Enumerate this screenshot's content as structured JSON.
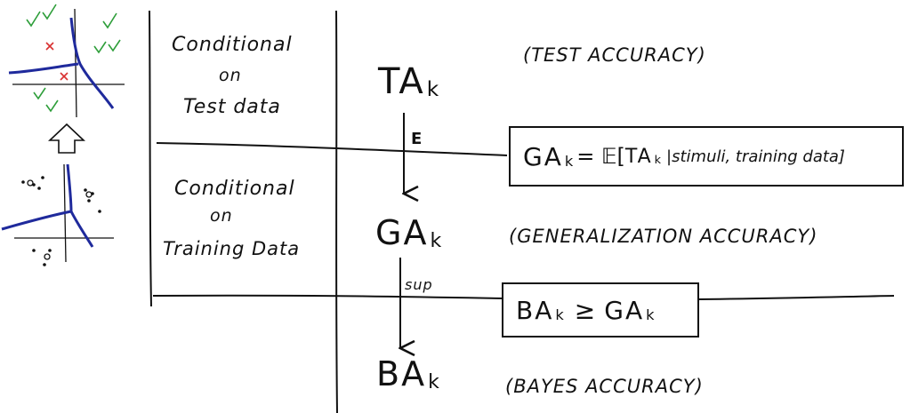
{
  "rows": {
    "test": {
      "line1": "Conditional",
      "line2": "on",
      "line3": "Test data"
    },
    "training": {
      "line1": "Conditional",
      "line2": "on",
      "line3": "Training Data"
    }
  },
  "quantities": {
    "ta": {
      "main": "TA",
      "sub": "k",
      "caption": "(TEST ACCURACY)"
    },
    "ga": {
      "main": "GA",
      "sub": "k",
      "caption": "(GENERALIZATION ACCURACY)"
    },
    "ba": {
      "main": "BA",
      "sub": "k",
      "caption": "(BAYES ACCURACY)"
    }
  },
  "arrows": {
    "expectation_label": "E",
    "sup_label": "sup"
  },
  "formulas": {
    "ga_def": {
      "lhs": "GA",
      "sub": "k",
      "eq": "= 𝔼[",
      "ta": "TA",
      "ta_sub": "k",
      "cond": "|stimuli, training data]"
    },
    "ba_ineq": {
      "lhs": "BA",
      "sub": "k",
      "op": "≥",
      "rhs": "GA",
      "rhs_sub": "k"
    }
  },
  "icons": {
    "top_panel": "scatter-with-check-and-x-marks",
    "bottom_panel": "scatter-with-points",
    "between": "up-arrow-outline"
  },
  "colors": {
    "ink": "#111111",
    "blue": "#1f2a9c",
    "green": "#2e9e3a",
    "red": "#d93030"
  }
}
